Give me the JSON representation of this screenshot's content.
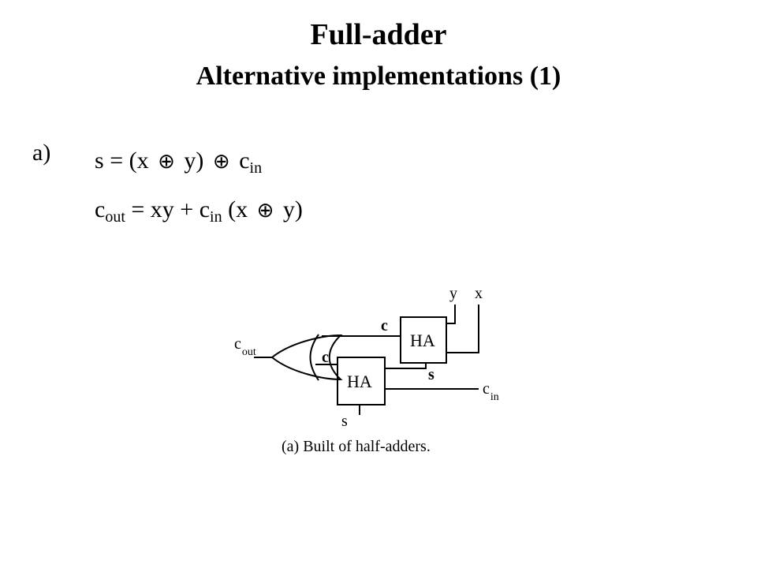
{
  "slide": {
    "title": "Full-adder",
    "subtitle": "Alternative implementations (1)",
    "part_label": "a)",
    "equation_s": {
      "lhs": "s",
      "eq": " = (x ",
      "op1": "⊕",
      "mid": " y) ",
      "op2": "⊕",
      "tail": " c",
      "sub": "in"
    },
    "equation_cout": {
      "lhs": "c",
      "lhs_sub": "out",
      "eq": " = xy + c",
      "sub": "in",
      "mid": " (x ",
      "op": "⊕",
      "tail": " y)"
    }
  },
  "diagram": {
    "ha_label": "HA",
    "input_y": "y",
    "input_x": "x",
    "carry_label": "c",
    "sum_label": "s",
    "cin_main": "c",
    "cin_sub": "in",
    "cout_main": "c",
    "cout_sub": "out",
    "output_s": "s",
    "caption": "(a) Built of half-adders."
  }
}
